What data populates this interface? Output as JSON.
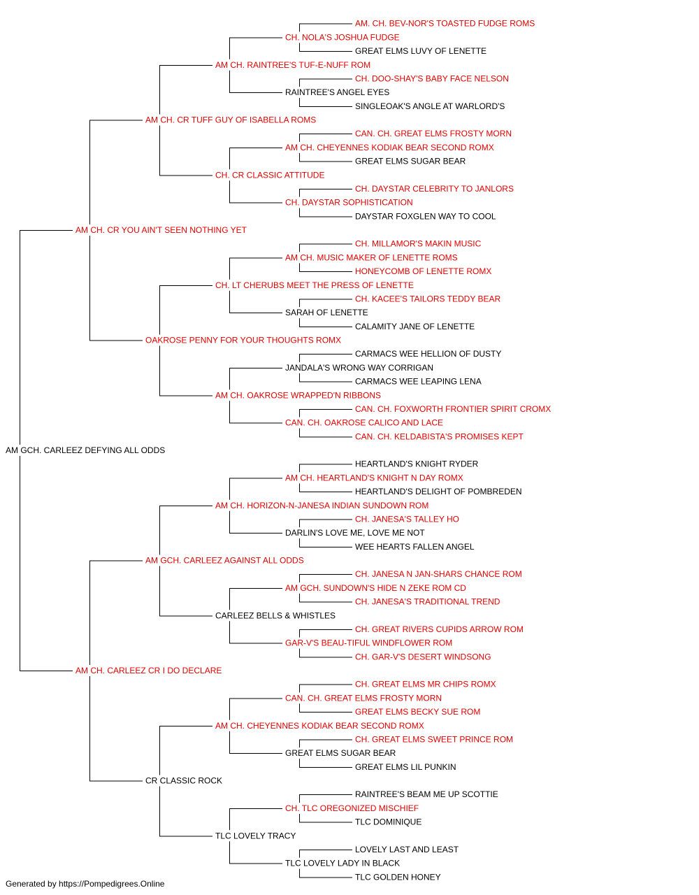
{
  "colors": {
    "titled": "#e00000",
    "untitled": "#000000",
    "line": "#000000"
  },
  "root": {
    "name": "AM GCH. CARLEEZ DEFYING ALL ODDS",
    "titled": false,
    "sire": {
      "name": "AM CH. CR YOU AIN'T SEEN NOTHING YET",
      "titled": true,
      "sire": {
        "name": "AM CH. CR TUFF GUY OF ISABELLA ROMS",
        "titled": true,
        "sire": {
          "name": "AM CH. RAINTREE'S TUF-E-NUFF ROM",
          "titled": true,
          "sire": {
            "name": "CH. NOLA'S JOSHUA FUDGE",
            "titled": true,
            "sire": {
              "name": "AM. CH. BEV-NOR'S TOASTED FUDGE ROMS",
              "titled": true
            },
            "dam": {
              "name": "GREAT ELMS LUVY OF LENETTE",
              "titled": false
            }
          },
          "dam": {
            "name": "RAINTREE'S ANGEL EYES",
            "titled": false,
            "sire": {
              "name": "CH. DOO-SHAY'S BABY FACE NELSON",
              "titled": true
            },
            "dam": {
              "name": "SINGLEOAK'S ANGLE AT WARLORD'S",
              "titled": false
            }
          }
        },
        "dam": {
          "name": "CH. CR CLASSIC ATTITUDE",
          "titled": true,
          "sire": {
            "name": "AM CH. CHEYENNES KODIAK BEAR SECOND ROMX",
            "titled": true,
            "sire": {
              "name": "CAN. CH. GREAT ELMS FROSTY MORN",
              "titled": true
            },
            "dam": {
              "name": "GREAT ELMS SUGAR BEAR",
              "titled": false
            }
          },
          "dam": {
            "name": "CH. DAYSTAR SOPHISTICATION",
            "titled": true,
            "sire": {
              "name": "CH. DAYSTAR CELEBRITY TO JANLORS",
              "titled": true
            },
            "dam": {
              "name": "DAYSTAR FOXGLEN WAY TO COOL",
              "titled": false
            }
          }
        }
      },
      "dam": {
        "name": "OAKROSE PENNY FOR YOUR THOUGHTS ROMX",
        "titled": true,
        "sire": {
          "name": "CH. LT CHERUBS MEET THE PRESS OF LENETTE",
          "titled": true,
          "sire": {
            "name": "AM CH. MUSIC MAKER OF LENETTE ROMS",
            "titled": true,
            "sire": {
              "name": "CH. MILLAMOR'S MAKIN MUSIC",
              "titled": true
            },
            "dam": {
              "name": "HONEYCOMB OF LENETTE ROMX",
              "titled": true
            }
          },
          "dam": {
            "name": "SARAH OF LENETTE",
            "titled": false,
            "sire": {
              "name": "CH. KACEE'S TAILORS TEDDY BEAR",
              "titled": true
            },
            "dam": {
              "name": "CALAMITY JANE OF LENETTE",
              "titled": false
            }
          }
        },
        "dam": {
          "name": "AM CH. OAKROSE WRAPPED'N RIBBONS",
          "titled": true,
          "sire": {
            "name": "JANDALA'S WRONG WAY CORRIGAN",
            "titled": false,
            "sire": {
              "name": "CARMACS WEE HELLION OF DUSTY",
              "titled": false
            },
            "dam": {
              "name": "CARMACS WEE LEAPING LENA",
              "titled": false
            }
          },
          "dam": {
            "name": "CAN. CH. OAKROSE CALICO AND LACE",
            "titled": true,
            "sire": {
              "name": "CAN. CH. FOXWORTH FRONTIER SPIRIT CROMX",
              "titled": true
            },
            "dam": {
              "name": "CAN. CH. KELDABISTA'S PROMISES KEPT",
              "titled": true
            }
          }
        }
      }
    },
    "dam": {
      "name": "AM CH. CARLEEZ CR I DO DECLARE",
      "titled": true,
      "sire": {
        "name": "AM GCH. CARLEEZ AGAINST ALL ODDS",
        "titled": true,
        "sire": {
          "name": "AM CH. HORIZON-N-JANESA INDIAN SUNDOWN ROM",
          "titled": true,
          "sire": {
            "name": "AM CH. HEARTLAND'S KNIGHT N DAY ROMX",
            "titled": true,
            "sire": {
              "name": "HEARTLAND'S KNIGHT RYDER",
              "titled": false
            },
            "dam": {
              "name": "HEARTLAND'S DELIGHT OF POMBREDEN",
              "titled": false
            }
          },
          "dam": {
            "name": "DARLIN'S LOVE ME, LOVE ME NOT",
            "titled": false,
            "sire": {
              "name": "CH. JANESA'S TALLEY HO",
              "titled": true
            },
            "dam": {
              "name": "WEE HEARTS FALLEN ANGEL",
              "titled": false
            }
          }
        },
        "dam": {
          "name": "CARLEEZ BELLS & WHISTLES",
          "titled": false,
          "sire": {
            "name": "AM GCH. SUNDOWN'S HIDE N ZEKE ROM CD",
            "titled": true,
            "sire": {
              "name": "CH. JANESA N JAN-SHARS CHANCE ROM",
              "titled": true
            },
            "dam": {
              "name": "CH. JANESA'S TRADITIONAL TREND",
              "titled": true
            }
          },
          "dam": {
            "name": "GAR-V'S BEAU-TIFUL WINDFLOWER ROM",
            "titled": true,
            "sire": {
              "name": "CH. GREAT RIVERS CUPIDS ARROW ROM",
              "titled": true
            },
            "dam": {
              "name": "CH. GAR-V'S DESERT WINDSONG",
              "titled": true
            }
          }
        }
      },
      "dam": {
        "name": "CR CLASSIC ROCK",
        "titled": false,
        "sire": {
          "name": "AM CH. CHEYENNES KODIAK BEAR SECOND ROMX",
          "titled": true,
          "sire": {
            "name": "CAN. CH. GREAT ELMS FROSTY MORN",
            "titled": true,
            "sire": {
              "name": "CH. GREAT ELMS MR CHIPS ROMX",
              "titled": true
            },
            "dam": {
              "name": "GREAT ELMS BECKY SUE ROM",
              "titled": true
            }
          },
          "dam": {
            "name": "GREAT ELMS SUGAR BEAR",
            "titled": false,
            "sire": {
              "name": "CH. GREAT ELMS SWEET PRINCE ROM",
              "titled": true
            },
            "dam": {
              "name": "GREAT ELMS LIL PUNKIN",
              "titled": false
            }
          }
        },
        "dam": {
          "name": "TLC LOVELY TRACY",
          "titled": false,
          "sire": {
            "name": "CH. TLC OREGONIZED MISCHIEF",
            "titled": true,
            "sire": {
              "name": "RAINTREE'S BEAM ME UP SCOTTIE",
              "titled": false
            },
            "dam": {
              "name": "TLC DOMINIQUE",
              "titled": false
            }
          },
          "dam": {
            "name": "TLC LOVELY LADY IN BLACK",
            "titled": false,
            "sire": {
              "name": "LOVELY LAST AND LEAST",
              "titled": false
            },
            "dam": {
              "name": "TLC GOLDEN HONEY",
              "titled": false
            }
          }
        }
      }
    }
  },
  "footer": {
    "text": "Generated by https://Pompedigrees.Online"
  }
}
